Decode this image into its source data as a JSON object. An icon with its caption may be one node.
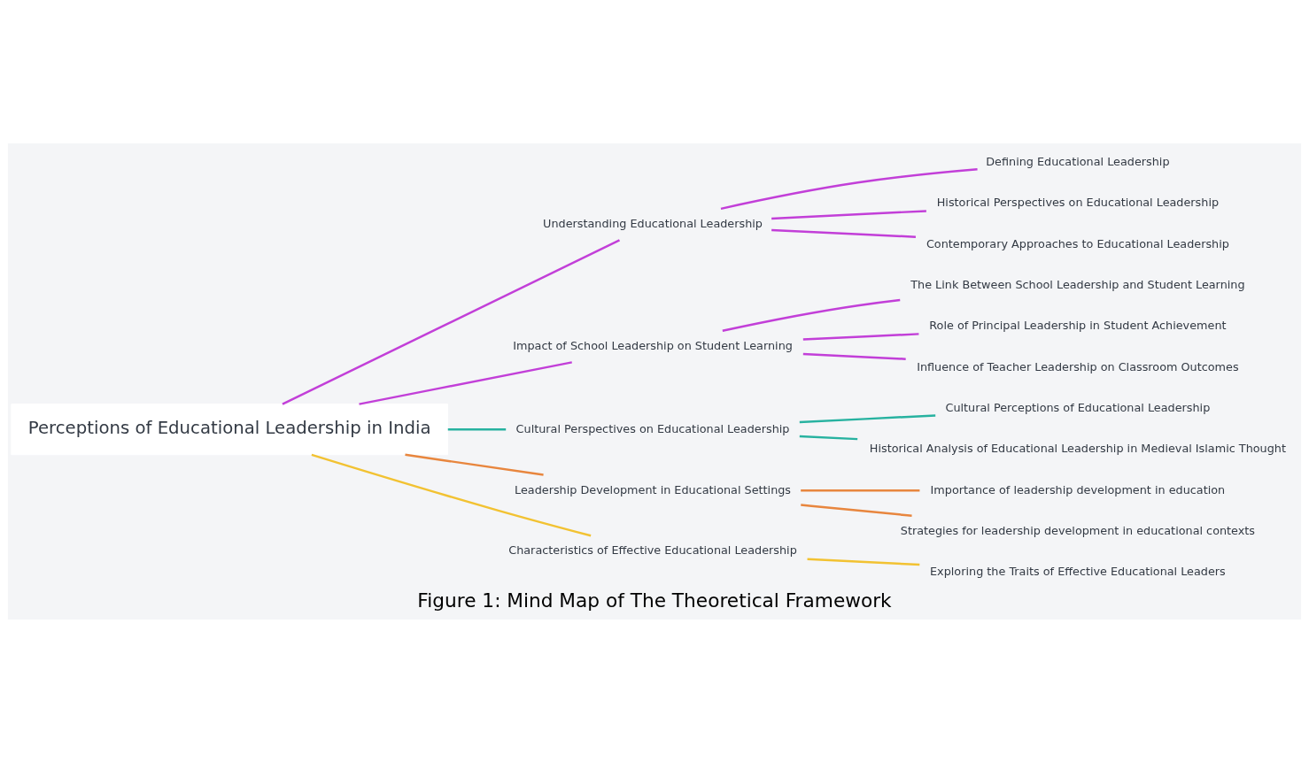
{
  "diagram": {
    "caption": "Figure 1: Mind Map of The Theoretical Framework",
    "nodes": [
      {
        "text": [
          "Perceptions of Educational Leadership in India"
        ]
      },
      {
        "text": [
          "Understanding Educational Leadership"
        ]
      },
      {
        "text": [
          "Defining Educational Leadership"
        ]
      },
      {
        "text": [
          "Historical Perspectives on Educational Leadership"
        ]
      },
      {
        "text": [
          "Contemporary Approaches to Educational Leadership"
        ]
      },
      {
        "text": [
          "Impact of School Leadership on Student Learning"
        ]
      },
      {
        "text": [
          "The Link Between School Leadership and Student Learning"
        ]
      },
      {
        "text": [
          "Role of Principal Leadership in Student Achievement"
        ]
      },
      {
        "text": [
          "Influence of Teacher Leadership on Classroom Outcomes"
        ]
      },
      {
        "text": [
          "Cultural Perspectives on Educational Leadership"
        ]
      },
      {
        "text": [
          "Cultural Perceptions of Educational Leadership"
        ]
      },
      {
        "text": [
          "Historical Analysis of Educational Leadership in Medieval Islamic Thought"
        ]
      },
      {
        "text": [
          "Leadership Development in Educational Settings"
        ]
      },
      {
        "text": [
          "Importance of leadership development in education"
        ]
      },
      {
        "text": [
          "Strategies for leadership development in educational contexts"
        ]
      },
      {
        "text": [
          "Characteristics of Effective Educational Leadership"
        ]
      },
      {
        "text": [
          "Exploring the Traits of Effective Educational Leaders"
        ]
      }
    ],
    "edges": [
      {
        "from": 0,
        "to": 1,
        "arrow": "none",
        "color": "#c23fd8"
      },
      {
        "from": 1,
        "to": 2,
        "arrow": "none",
        "color": "#c23fd8"
      },
      {
        "from": 1,
        "to": 3,
        "arrow": "none",
        "color": "#c23fd8"
      },
      {
        "from": 1,
        "to": 4,
        "arrow": "none",
        "color": "#c23fd8"
      },
      {
        "from": 0,
        "to": 5,
        "arrow": "none",
        "color": "#c23fd8"
      },
      {
        "from": 5,
        "to": 6,
        "arrow": "none",
        "color": "#c23fd8"
      },
      {
        "from": 5,
        "to": 7,
        "arrow": "none",
        "color": "#c23fd8"
      },
      {
        "from": 5,
        "to": 8,
        "arrow": "none",
        "color": "#c23fd8"
      },
      {
        "from": 0,
        "to": 9,
        "arrow": "none",
        "color": "#27b2a0"
      },
      {
        "from": 9,
        "to": 10,
        "arrow": "none",
        "color": "#27b2a0"
      },
      {
        "from": 9,
        "to": 11,
        "arrow": "none",
        "color": "#27b2a0"
      },
      {
        "from": 0,
        "to": 12,
        "arrow": "none",
        "color": "#e8863e"
      },
      {
        "from": 12,
        "to": 13,
        "arrow": "none",
        "color": "#e8863e"
      },
      {
        "from": 12,
        "to": 14,
        "arrow": "none",
        "color": "#e8863e"
      },
      {
        "from": 0,
        "to": 15,
        "arrow": "none",
        "color": "#f2c232"
      },
      {
        "from": 15,
        "to": 16,
        "arrow": "none",
        "color": "#f2c232"
      }
    ]
  }
}
